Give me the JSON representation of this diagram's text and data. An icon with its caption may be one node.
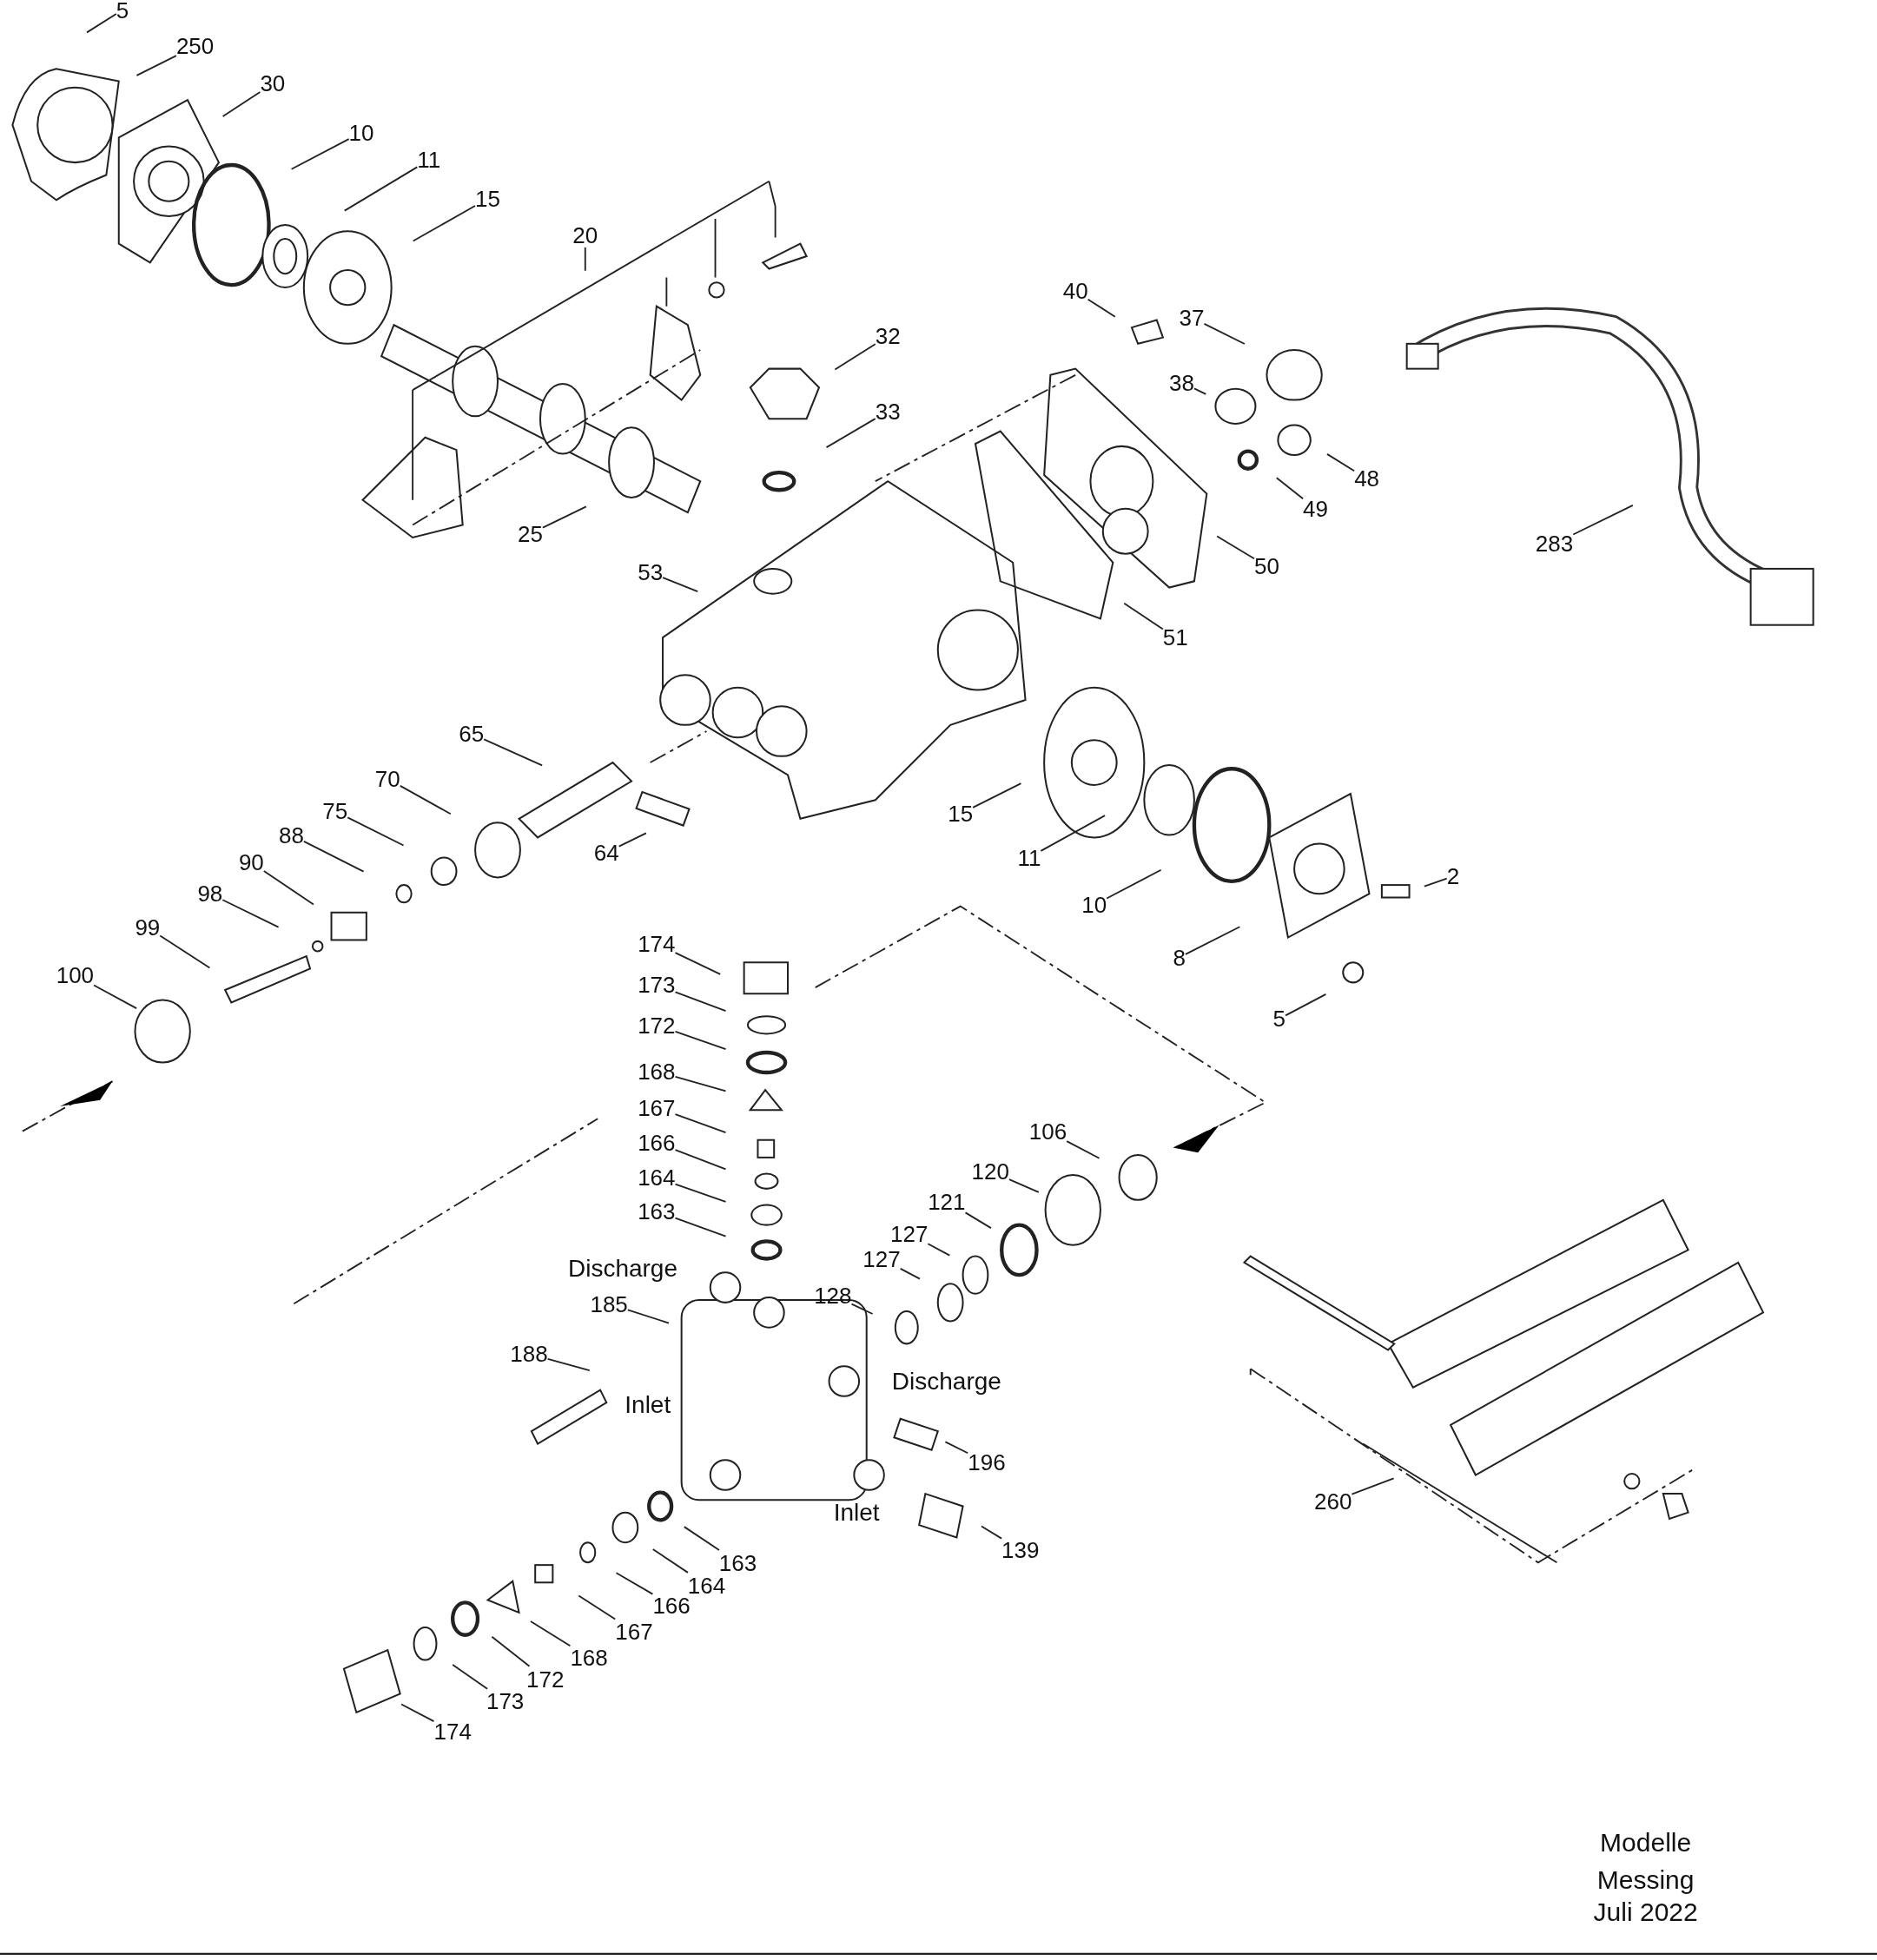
{
  "diagram": {
    "nodes": [
      {
        "text": [
          "5"
        ]
      },
      {
        "text": [
          "250"
        ]
      },
      {
        "text": [
          "30"
        ]
      },
      {
        "text": [
          "10"
        ]
      },
      {
        "text": [
          "11"
        ]
      },
      {
        "text": [
          "15"
        ]
      },
      {
        "text": [
          "20"
        ]
      },
      {
        "text": [
          "25"
        ]
      },
      {
        "text": [
          "32"
        ]
      },
      {
        "text": [
          "33"
        ]
      },
      {
        "text": [
          "40"
        ]
      },
      {
        "text": [
          "37"
        ]
      },
      {
        "text": [
          "38"
        ]
      },
      {
        "text": [
          "48"
        ]
      },
      {
        "text": [
          "49"
        ]
      },
      {
        "text": [
          "50"
        ]
      },
      {
        "text": [
          "51"
        ]
      },
      {
        "text": [
          "283"
        ]
      },
      {
        "text": [
          "53"
        ]
      },
      {
        "text": [
          "65"
        ]
      },
      {
        "text": [
          "70"
        ]
      },
      {
        "text": [
          "75"
        ]
      },
      {
        "text": [
          "88"
        ]
      },
      {
        "text": [
          "90"
        ]
      },
      {
        "text": [
          "98"
        ]
      },
      {
        "text": [
          "99"
        ]
      },
      {
        "text": [
          "100"
        ]
      },
      {
        "text": [
          "64"
        ]
      },
      {
        "text": [
          "15"
        ]
      },
      {
        "text": [
          "11"
        ]
      },
      {
        "text": [
          "10"
        ]
      },
      {
        "text": [
          "2"
        ]
      },
      {
        "text": [
          "8"
        ]
      },
      {
        "text": [
          "5"
        ]
      },
      {
        "text": [
          "174"
        ]
      },
      {
        "text": [
          "173"
        ]
      },
      {
        "text": [
          "172"
        ]
      },
      {
        "text": [
          "168"
        ]
      },
      {
        "text": [
          "167"
        ]
      },
      {
        "text": [
          "166"
        ]
      },
      {
        "text": [
          "164"
        ]
      },
      {
        "text": [
          "163"
        ]
      },
      {
        "text": [
          "106"
        ]
      },
      {
        "text": [
          "120"
        ]
      },
      {
        "text": [
          "121"
        ]
      },
      {
        "text": [
          "127"
        ]
      },
      {
        "text": [
          "127"
        ]
      },
      {
        "text": [
          "128"
        ]
      },
      {
        "text": [
          "185"
        ]
      },
      {
        "text": [
          "188"
        ]
      },
      {
        "text": [
          "196"
        ]
      },
      {
        "text": [
          "139"
        ]
      },
      {
        "text": [
          "163"
        ]
      },
      {
        "text": [
          "164"
        ]
      },
      {
        "text": [
          "166"
        ]
      },
      {
        "text": [
          "167"
        ]
      },
      {
        "text": [
          "168"
        ]
      },
      {
        "text": [
          "172"
        ]
      },
      {
        "text": [
          "173"
        ]
      },
      {
        "text": [
          "174"
        ]
      },
      {
        "text": [
          "260"
        ]
      }
    ],
    "edges": [
      {
        "from": 0,
        "to": null,
        "arrow": "none"
      },
      {
        "from": 1,
        "to": null,
        "arrow": "none"
      },
      {
        "from": 2,
        "to": null,
        "arrow": "none"
      },
      {
        "from": 3,
        "to": null,
        "arrow": "none"
      },
      {
        "from": 4,
        "to": null,
        "arrow": "none"
      },
      {
        "from": 5,
        "to": null,
        "arrow": "none"
      },
      {
        "from": 6,
        "to": null,
        "arrow": "none"
      },
      {
        "from": 7,
        "to": null,
        "arrow": "none"
      },
      {
        "from": 8,
        "to": null,
        "arrow": "none"
      },
      {
        "from": 9,
        "to": null,
        "arrow": "none"
      },
      {
        "from": 10,
        "to": null,
        "arrow": "none"
      },
      {
        "from": 11,
        "to": null,
        "arrow": "none"
      },
      {
        "from": 12,
        "to": null,
        "arrow": "none"
      },
      {
        "from": 13,
        "to": null,
        "arrow": "none"
      },
      {
        "from": 14,
        "to": null,
        "arrow": "none"
      },
      {
        "from": 15,
        "to": null,
        "arrow": "none"
      },
      {
        "from": 16,
        "to": null,
        "arrow": "none"
      },
      {
        "from": 17,
        "to": null,
        "arrow": "none"
      },
      {
        "from": 18,
        "to": null,
        "arrow": "none"
      },
      {
        "from": 19,
        "to": null,
        "arrow": "none"
      },
      {
        "from": 20,
        "to": null,
        "arrow": "none"
      },
      {
        "from": 21,
        "to": null,
        "arrow": "none"
      },
      {
        "from": 22,
        "to": null,
        "arrow": "none"
      },
      {
        "from": 23,
        "to": null,
        "arrow": "none"
      },
      {
        "from": 24,
        "to": null,
        "arrow": "none"
      },
      {
        "from": 25,
        "to": null,
        "arrow": "none"
      },
      {
        "from": 26,
        "to": null,
        "arrow": "none"
      },
      {
        "from": 27,
        "to": null,
        "arrow": "none"
      },
      {
        "from": 28,
        "to": null,
        "arrow": "none"
      },
      {
        "from": 29,
        "to": null,
        "arrow": "none"
      },
      {
        "from": 30,
        "to": null,
        "arrow": "none"
      },
      {
        "from": 31,
        "to": null,
        "arrow": "none"
      },
      {
        "from": 32,
        "to": null,
        "arrow": "none"
      },
      {
        "from": 33,
        "to": null,
        "arrow": "none"
      },
      {
        "from": 34,
        "to": null,
        "arrow": "none"
      },
      {
        "from": 35,
        "to": null,
        "arrow": "none"
      },
      {
        "from": 36,
        "to": null,
        "arrow": "none"
      },
      {
        "from": 37,
        "to": null,
        "arrow": "none"
      },
      {
        "from": 38,
        "to": null,
        "arrow": "none"
      },
      {
        "from": 39,
        "to": null,
        "arrow": "none"
      },
      {
        "from": 40,
        "to": null,
        "arrow": "none"
      },
      {
        "from": 41,
        "to": null,
        "arrow": "none"
      },
      {
        "from": 42,
        "to": null,
        "arrow": "none"
      },
      {
        "from": 43,
        "to": null,
        "arrow": "none"
      },
      {
        "from": 44,
        "to": null,
        "arrow": "none"
      },
      {
        "from": 45,
        "to": null,
        "arrow": "none"
      },
      {
        "from": 46,
        "to": null,
        "arrow": "none"
      },
      {
        "from": 47,
        "to": null,
        "arrow": "none"
      },
      {
        "from": 48,
        "to": null,
        "arrow": "none"
      },
      {
        "from": 49,
        "to": null,
        "arrow": "none"
      },
      {
        "from": 50,
        "to": null,
        "arrow": "none"
      },
      {
        "from": 51,
        "to": null,
        "arrow": "none"
      },
      {
        "from": 52,
        "to": null,
        "arrow": "none"
      },
      {
        "from": 53,
        "to": null,
        "arrow": "none"
      },
      {
        "from": 54,
        "to": null,
        "arrow": "none"
      },
      {
        "from": 55,
        "to": null,
        "arrow": "none"
      },
      {
        "from": 56,
        "to": null,
        "arrow": "none"
      },
      {
        "from": 57,
        "to": null,
        "arrow": "none"
      },
      {
        "from": 58,
        "to": null,
        "arrow": "none"
      },
      {
        "from": 59,
        "to": null,
        "arrow": "none"
      },
      {
        "from": 60,
        "to": null,
        "arrow": "none"
      }
    ],
    "labels": [
      "Discharge",
      "Inlet",
      "Discharge",
      "Inlet",
      "Modelle",
      "Messing",
      "Juli 2022"
    ]
  }
}
